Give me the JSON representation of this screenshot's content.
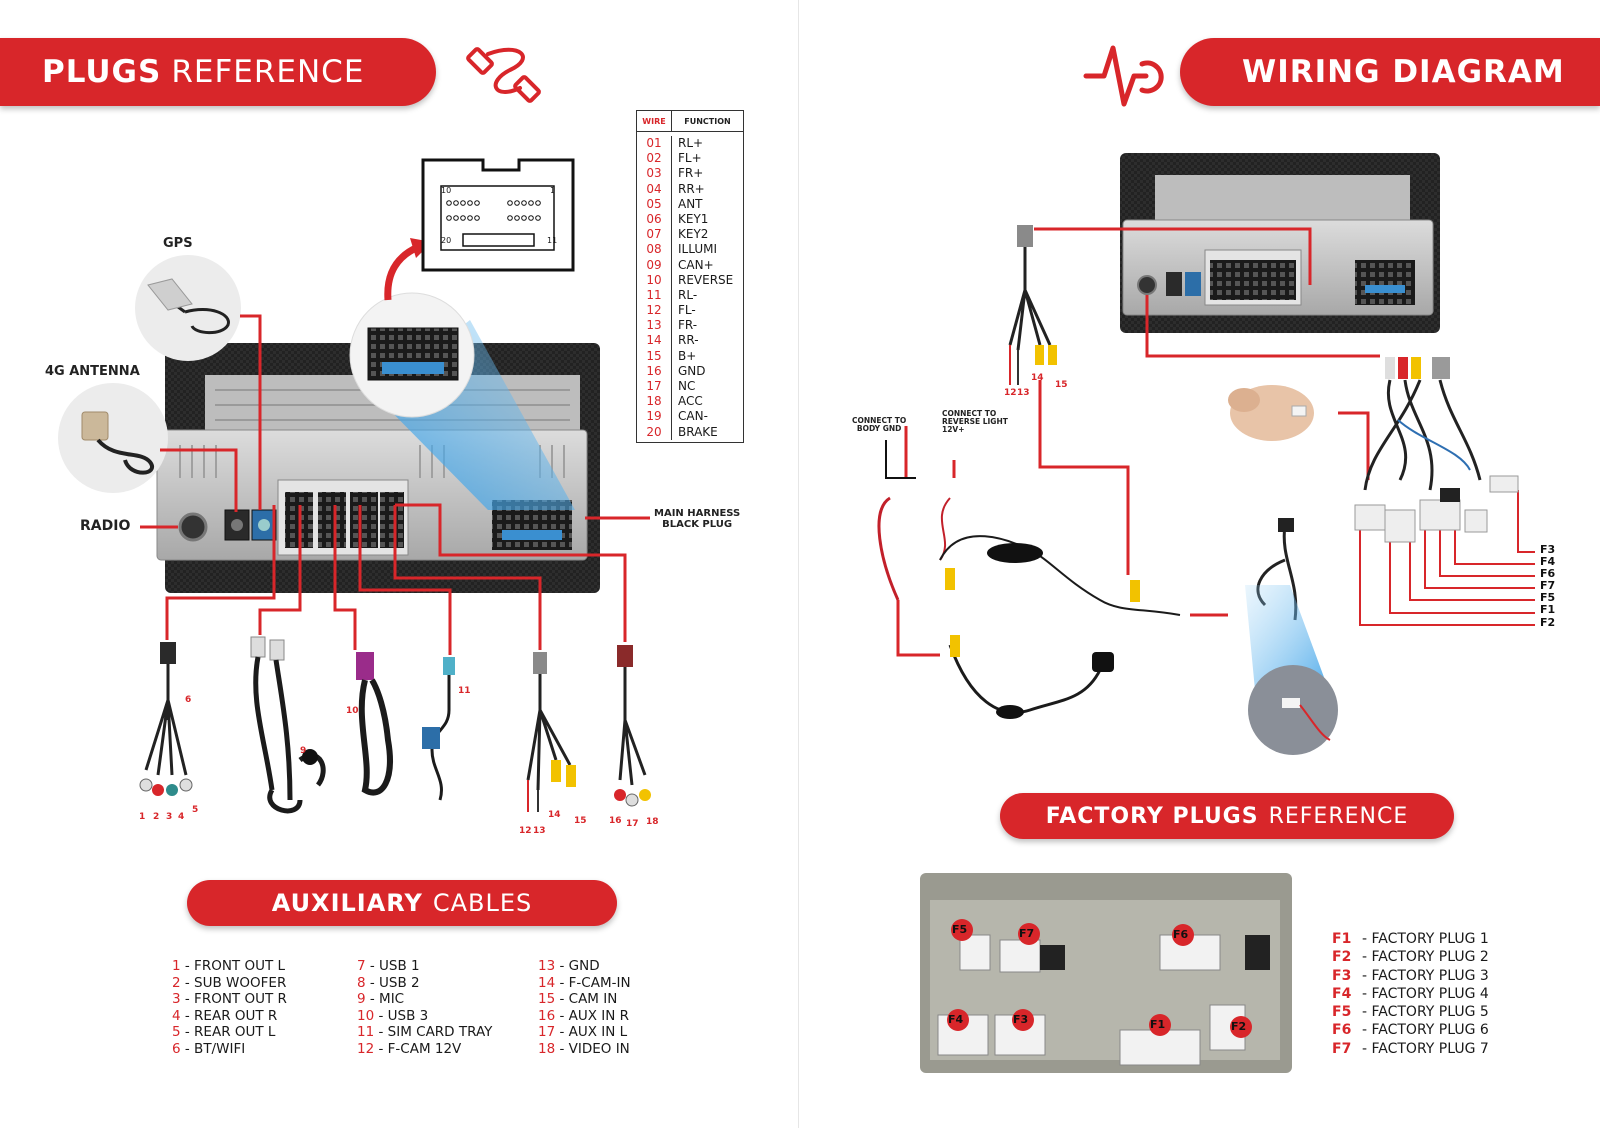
{
  "headers": {
    "plugs_bold": "PLUGS",
    "plugs_light": "REFERENCE",
    "wiring": "WIRING DIAGRAM",
    "aux_bold": "AUXILIARY",
    "aux_light": "CABLES",
    "factory_bold": "FACTORY PLUGS",
    "factory_light": "REFERENCE"
  },
  "wire_table": {
    "col_wire": "WIRE",
    "col_function": "FUNCTION",
    "rows": [
      {
        "n": "01",
        "f": "RL+"
      },
      {
        "n": "02",
        "f": "FL+"
      },
      {
        "n": "03",
        "f": "FR+"
      },
      {
        "n": "04",
        "f": "RR+"
      },
      {
        "n": "05",
        "f": "ANT"
      },
      {
        "n": "06",
        "f": "KEY1"
      },
      {
        "n": "07",
        "f": "KEY2"
      },
      {
        "n": "08",
        "f": "ILLUMI"
      },
      {
        "n": "09",
        "f": "CAN+"
      },
      {
        "n": "10",
        "f": "REVERSE"
      },
      {
        "n": "11",
        "f": "RL-"
      },
      {
        "n": "12",
        "f": "FL-"
      },
      {
        "n": "13",
        "f": "FR-"
      },
      {
        "n": "14",
        "f": "RR-"
      },
      {
        "n": "15",
        "f": "B+"
      },
      {
        "n": "16",
        "f": "GND"
      },
      {
        "n": "17",
        "f": "NC"
      },
      {
        "n": "18",
        "f": "ACC"
      },
      {
        "n": "19",
        "f": "CAN-"
      },
      {
        "n": "20",
        "f": "BRAKE"
      }
    ]
  },
  "connector_pins": {
    "top_left": "10",
    "top_right": "1",
    "bottom_left": "20",
    "bottom_right": "11"
  },
  "left_labels": {
    "gps": "GPS",
    "antenna": "4G ANTENNA",
    "radio": "RADIO",
    "harness_line1": "MAIN HARNESS",
    "harness_line2": "BLACK PLUG"
  },
  "cable_numbers": {
    "c1": "1",
    "c2": "2",
    "c3": "3",
    "c4": "4",
    "c5": "5",
    "c6": "6",
    "c9": "9",
    "c10": "10",
    "c11": "11",
    "c12": "12",
    "c13": "13",
    "c14": "14",
    "c15": "15",
    "c16": "16",
    "c17": "17",
    "c18": "18"
  },
  "aux_list": {
    "col1": [
      {
        "n": "1",
        "t": "- FRONT OUT L"
      },
      {
        "n": "2",
        "t": "- SUB WOOFER"
      },
      {
        "n": "3",
        "t": "- FRONT OUT R"
      },
      {
        "n": "4",
        "t": "- REAR OUT R"
      },
      {
        "n": "5",
        "t": "- REAR OUT L"
      },
      {
        "n": "6",
        "t": "- BT/WIFI"
      }
    ],
    "col2": [
      {
        "n": "7",
        "t": "- USB 1"
      },
      {
        "n": "8",
        "t": "- USB 2"
      },
      {
        "n": "9",
        "t": "- MIC"
      },
      {
        "n": "10",
        "t": "- USB 3"
      },
      {
        "n": "11",
        "t": "- SIM CARD TRAY"
      },
      {
        "n": "12",
        "t": "- F-CAM 12V"
      }
    ],
    "col3": [
      {
        "n": "13",
        "t": "- GND"
      },
      {
        "n": "14",
        "t": "- F-CAM-IN"
      },
      {
        "n": "15",
        "t": "- CAM IN"
      },
      {
        "n": "16",
        "t": "- AUX IN R"
      },
      {
        "n": "17",
        "t": "- AUX IN L"
      },
      {
        "n": "18",
        "t": "- VIDEO IN"
      }
    ]
  },
  "wiring_labels": {
    "body_gnd_1": "CONNECT TO",
    "body_gnd_2": "BODY GND",
    "reverse_1": "CONNECT TO",
    "reverse_2": "REVERSE LIGHT",
    "reverse_3": "12V+",
    "w12": "12",
    "w13": "13",
    "w14": "14",
    "w15": "15"
  },
  "f_tags": [
    "F3",
    "F4",
    "F6",
    "F7",
    "F5",
    "F1",
    "F2"
  ],
  "factory_photo_labels": {
    "f5": "F5",
    "f7": "F7",
    "f6": "F6",
    "f4": "F4",
    "f3": "F3",
    "f1": "F1",
    "f2": "F2"
  },
  "factory_list": [
    {
      "n": "F1",
      "t": "- FACTORY PLUG 1"
    },
    {
      "n": "F2",
      "t": "- FACTORY PLUG 2"
    },
    {
      "n": "F3",
      "t": "- FACTORY PLUG 3"
    },
    {
      "n": "F4",
      "t": "- FACTORY PLUG 4"
    },
    {
      "n": "F5",
      "t": "- FACTORY PLUG 5"
    },
    {
      "n": "F6",
      "t": "- FACTORY PLUG 6"
    },
    {
      "n": "F7",
      "t": "- FACTORY PLUG 7"
    }
  ],
  "colors": {
    "accent": "#d8262a",
    "text": "#1a1a1a",
    "metal": "#c9c9c9",
    "dark": "#1c1c1c",
    "highlight": "#4aa8e6"
  }
}
